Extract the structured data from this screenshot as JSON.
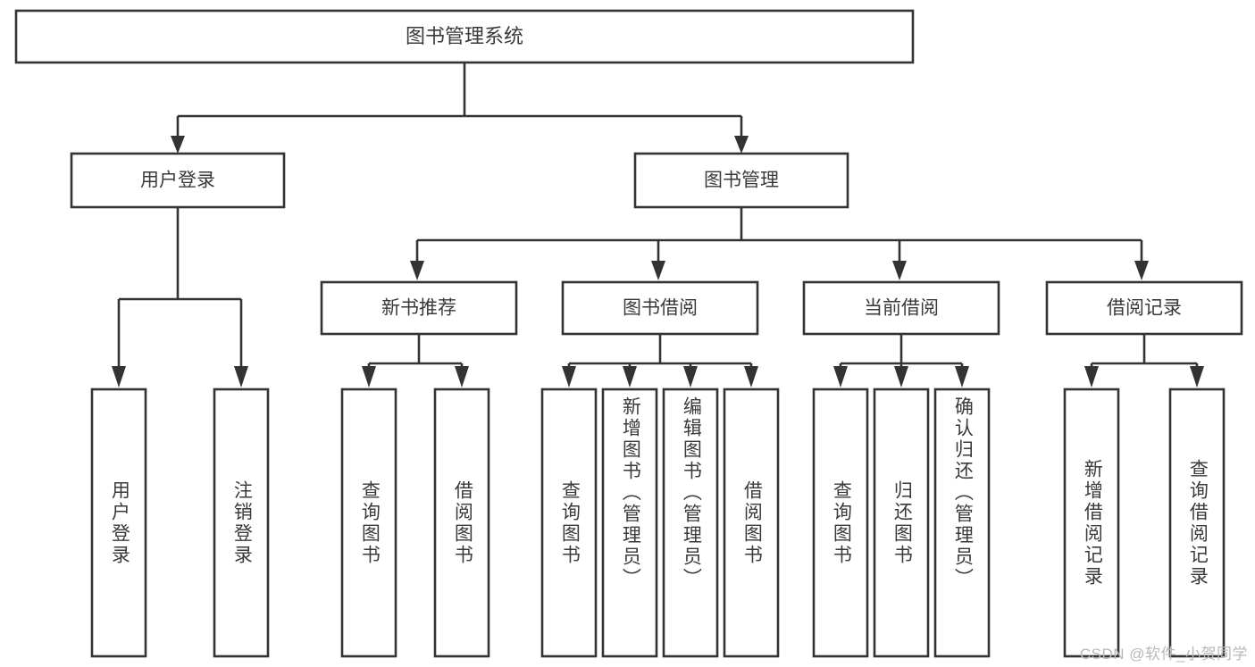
{
  "diagram": {
    "title": "图书管理系统",
    "type": "tree-hierarchy-chart",
    "orientation": "top-down",
    "box_fill": "#ffffff",
    "line_color": "#333333",
    "text_color": "#3a3a3a",
    "root": {
      "id": "root",
      "label": "图书管理系统",
      "level": 1
    },
    "level2": [
      {
        "id": "user-login",
        "label": "用户登录",
        "level": 2
      },
      {
        "id": "book-management",
        "label": "图书管理",
        "level": 2
      }
    ],
    "level3": [
      {
        "id": "new-book-recommend",
        "label": "新书推荐",
        "level": 3,
        "parent": "book-management"
      },
      {
        "id": "book-borrow",
        "label": "图书借阅",
        "level": 3,
        "parent": "book-management"
      },
      {
        "id": "current-borrow",
        "label": "当前借阅",
        "level": 3,
        "parent": "book-management"
      },
      {
        "id": "borrow-record",
        "label": "借阅记录",
        "level": 3,
        "parent": "book-management"
      }
    ],
    "leaves": {
      "user-login": [
        {
          "id": "leaf-user-login",
          "label": "用户登录"
        },
        {
          "id": "leaf-user-logout",
          "label": "注销登录"
        }
      ],
      "new-book-recommend": [
        {
          "id": "leaf-query-book-1",
          "label": "查询图书"
        },
        {
          "id": "leaf-borrow-book-1",
          "label": "借阅图书"
        }
      ],
      "book-borrow": [
        {
          "id": "leaf-query-book-2",
          "label": "查询图书"
        },
        {
          "id": "leaf-add-book",
          "label": "新增图书（管理员）"
        },
        {
          "id": "leaf-edit-book",
          "label": "编辑图书（管理员）"
        },
        {
          "id": "leaf-borrow-book-2",
          "label": "借阅图书"
        }
      ],
      "current-borrow": [
        {
          "id": "leaf-query-book-3",
          "label": "查询图书"
        },
        {
          "id": "leaf-return-book",
          "label": "归还图书"
        },
        {
          "id": "leaf-confirm-return",
          "label": "确认归还（管理员）"
        }
      ],
      "borrow-record": [
        {
          "id": "leaf-add-record",
          "label": "新增借阅记录"
        },
        {
          "id": "leaf-query-record",
          "label": "查询借阅记录"
        }
      ]
    }
  },
  "watermark": {
    "text": "CSDN @软件_小贺同学"
  }
}
